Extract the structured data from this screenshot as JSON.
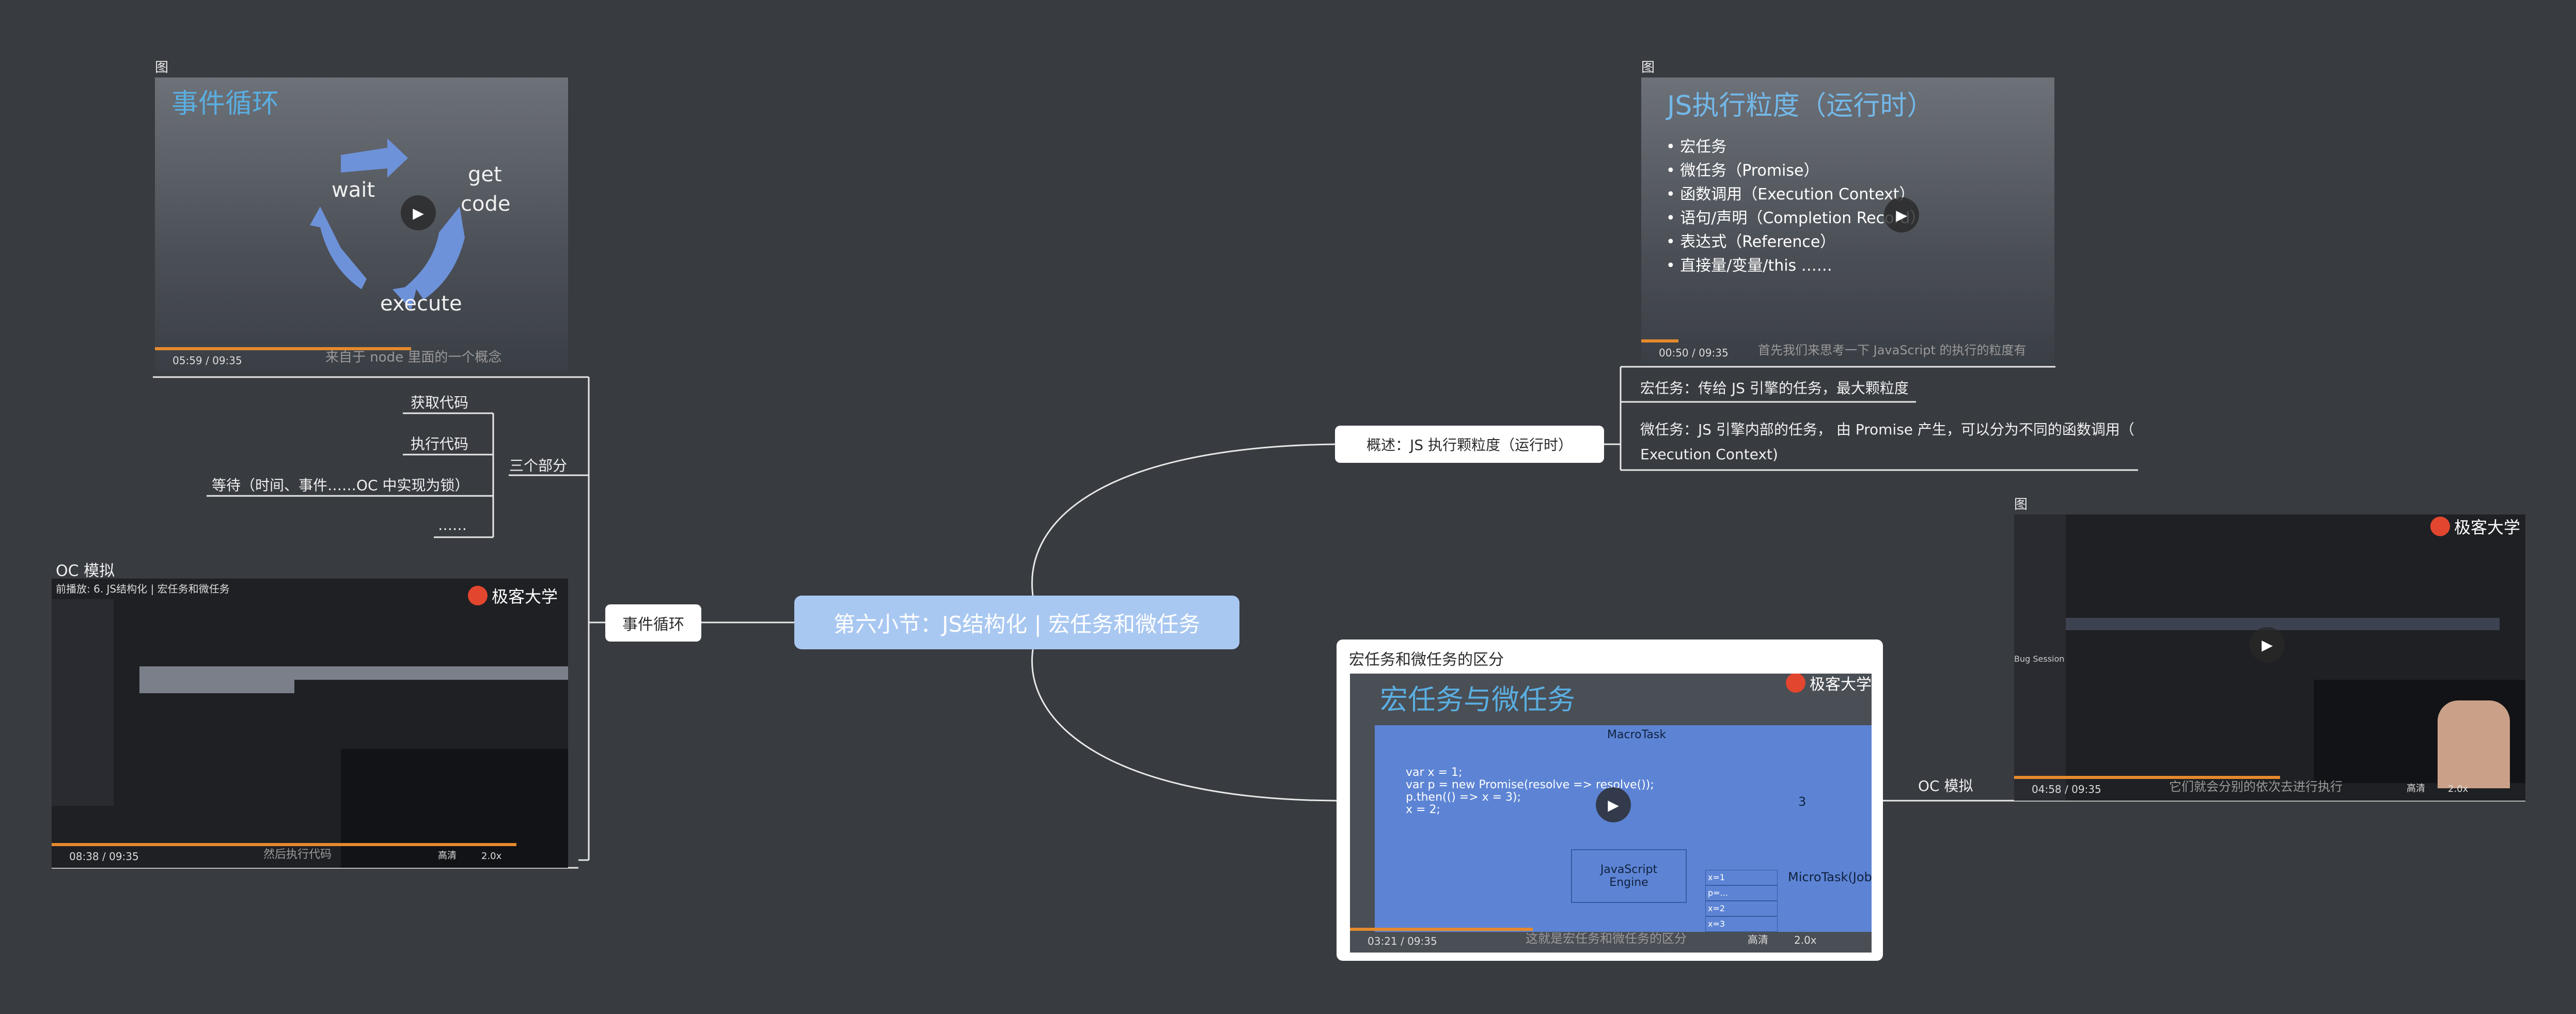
{
  "root": "第六小节：JS结构化 | 宏任务和微任务",
  "event_loop": {
    "node": "事件循环",
    "image_tag": "图",
    "video": {
      "title": "事件循环",
      "cycle": [
        "wait",
        "get",
        "code",
        "execute"
      ],
      "time_current": "05:59",
      "time_total": "09:35",
      "subtitle": "来自于 node 里面的一个概念",
      "progress": 0.62
    },
    "three_parts_label": "三个部分",
    "parts": [
      "获取代码",
      "执行代码",
      "等待（时间、事件……OC 中实现为锁）",
      "……"
    ],
    "oc_label": "OC 模拟",
    "oc_video": {
      "caption": "前播放: 6. JS结构化 | 宏任务和微任务",
      "brand": "极客大学",
      "time_current": "08:38",
      "time_total": "09:35",
      "subtitle": "然后执行代码",
      "quality": "高清",
      "speed": "2.0x",
      "progress": 0.9
    }
  },
  "overview": {
    "node": "概述：JS 执行颗粒度（运行时）",
    "image_tag": "图",
    "video": {
      "title": "JS执行粒度（运行时）",
      "bullets": [
        "宏任务",
        "微任务（Promise）",
        "函数调用（Execution Context）",
        "语句/声明（Completion Record）",
        "表达式（Reference）",
        "直接量/变量/this ……"
      ],
      "time_current": "00:50",
      "time_total": "09:35",
      "subtitle": "首先我们来思考一下 JavaScript 的执行的粒度有",
      "progress": 0.09
    },
    "macro": "宏任务：传给 JS 引擎的任务，最大颗粒度",
    "micro_line1": "微任务：JS 引擎内部的任务， 由 Promise 产生，可以分为不同的函数调用（",
    "micro_line2": "Execution Context)"
  },
  "difference": {
    "card_title": "宏任务和微任务的区分",
    "video": {
      "title": "宏任务与微任务",
      "brand": "极客大学",
      "macrotask": "MacroTask",
      "code": [
        "var x = 1;",
        "var p = new Promise(resolve => resolve());",
        "p.then(() => x = 3);",
        "x = 2;"
      ],
      "engine": "JavaScript\nEngine",
      "result": "3",
      "microtask": "MicroTask(Job)",
      "mini": [
        "x=1",
        "p=...",
        "x=2",
        "x=3"
      ],
      "time_current": "03:21",
      "time_total": "09:35",
      "subtitle": "这就是宏任务和微任务的区分",
      "quality": "高清",
      "speed": "2.0x",
      "progress": 0.35
    },
    "oc_label": "OC 模拟",
    "image_tag": "图",
    "oc_video": {
      "brand": "极客大学",
      "time_current": "04:58",
      "time_total": "09:35",
      "subtitle": "它们就会分别的依次去进行执行",
      "quality": "高清",
      "speed": "2.0x",
      "progress": 0.52,
      "side_label": "Bug Session"
    }
  },
  "colors": {
    "background": "#383b40",
    "root": "#a9c8f1",
    "connector": "#e8e8e8",
    "video_title": "#5aaee0",
    "progress": "#e58a2d"
  }
}
